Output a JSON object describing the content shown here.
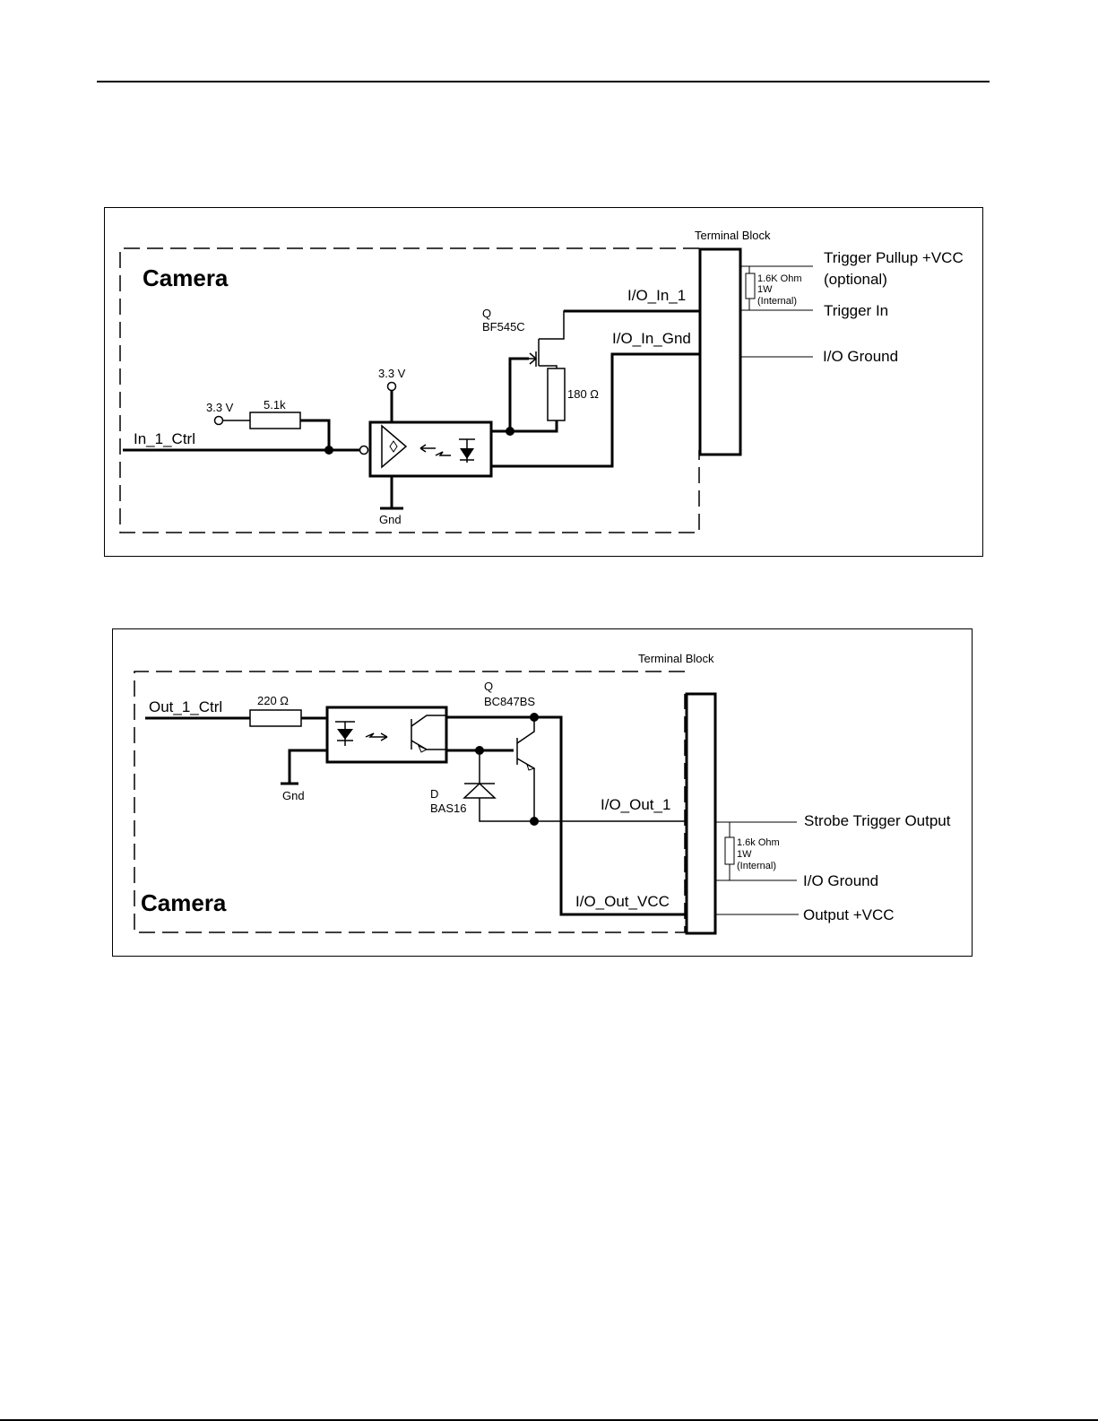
{
  "input_diagram": {
    "camera_label": "Camera",
    "terminal_block_label": "Terminal Block",
    "ctrl_signal": "In_1_Ctrl",
    "supply_left": "3.3 V",
    "resistor_value": "5.1k",
    "supply_opto": "3.3 V",
    "ground_label": "Gnd",
    "transistor_designator": "Q",
    "transistor_part": "BF545C",
    "resistor_180": "180 Ω",
    "io_in_1": "I/O_In_1",
    "io_in_gnd": "I/O_In_Gnd",
    "pullup_resistor_value": "1.6K Ohm",
    "pullup_resistor_power": "1W",
    "pullup_resistor_note": "(Internal)",
    "ext_trigger_pullup": "Trigger Pullup +VCC",
    "ext_optional": "(optional)",
    "ext_trigger_in": "Trigger In",
    "ext_io_ground": "I/O Ground"
  },
  "output_diagram": {
    "camera_label": "Camera",
    "terminal_block_label": "Terminal Block",
    "ctrl_signal": "Out_1_Ctrl",
    "resistor_value": "220 Ω",
    "ground_label": "Gnd",
    "transistor_designator": "Q",
    "transistor_part": "BC847BS",
    "diode_designator": "D",
    "diode_part": "BAS16",
    "io_out_1": "I/O_Out_1",
    "io_out_vcc": "I/O_Out_VCC",
    "pullup_resistor_value": "1.6k Ohm",
    "pullup_resistor_power": "1W",
    "pullup_resistor_note": "(Internal)",
    "ext_strobe": "Strobe Trigger Output",
    "ext_io_ground": "I/O Ground",
    "ext_output_vcc": "Output +VCC"
  }
}
